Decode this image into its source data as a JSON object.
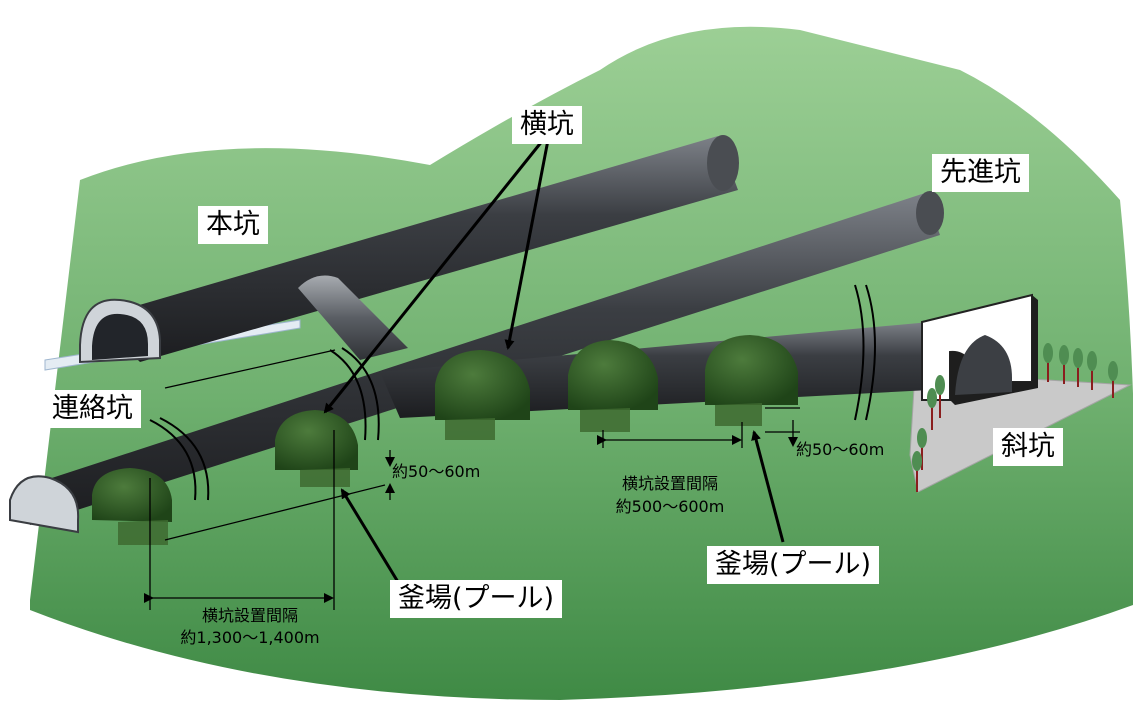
{
  "labels": {
    "yokokou": "横坑",
    "honkou": "本坑",
    "sensinkou": "先進坑",
    "renrakukou": "連絡坑",
    "shakou": "斜坑",
    "kamaba_left": "釜場(プール)",
    "kamaba_right": "釜場(プール)"
  },
  "dimensions": {
    "depth_left": "約50～60m",
    "depth_right": "約50～60m",
    "spacing_left_title": "横坑設置間隔",
    "spacing_left_value": "約1,300～1,400m",
    "spacing_right_title": "横坑設置間隔",
    "spacing_right_value": "約500～600m"
  },
  "colors": {
    "ground": "#8cc48c",
    "tunnel": "#3a3d42",
    "pool": "#2d5a22",
    "slope": "#c8c8c8"
  }
}
